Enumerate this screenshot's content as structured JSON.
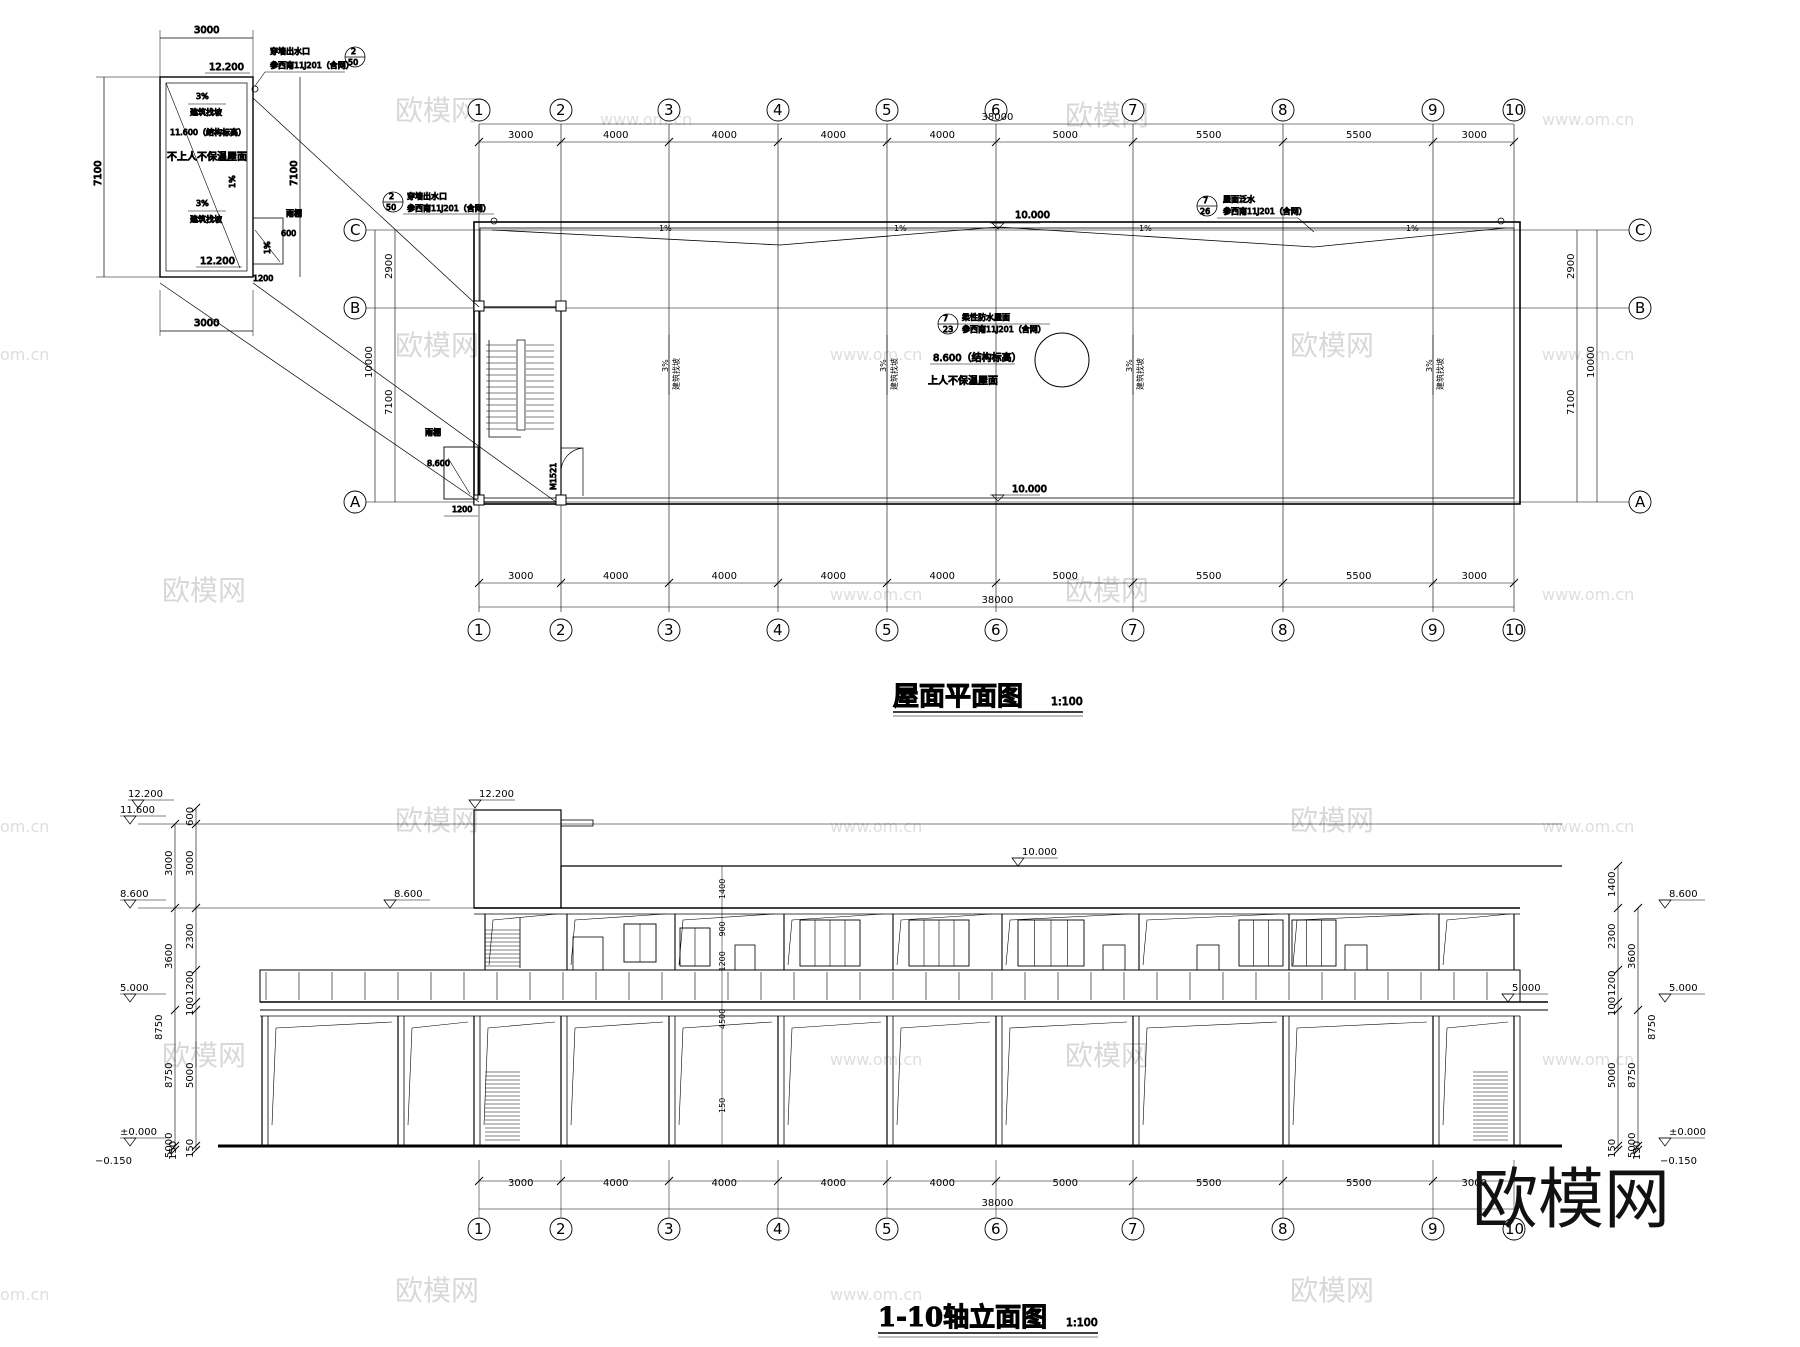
{
  "roof_plan": {
    "title": "屋面平面图",
    "scale": "1:100",
    "axes_x": [
      "1",
      "2",
      "3",
      "4",
      "5",
      "6",
      "7",
      "8",
      "9",
      "10"
    ],
    "spans": [
      "3000",
      "4000",
      "4000",
      "4000",
      "4000",
      "5000",
      "5500",
      "5500",
      "3000"
    ],
    "total": "38000",
    "axes_y": [
      "C",
      "B",
      "A"
    ],
    "spans_y": [
      "2900",
      "7100"
    ],
    "total_y": "10000",
    "level_10": "10.000",
    "level_8600": "8.600",
    "slope_1": "1%",
    "slope_3": "3%",
    "find_slope": "建筑找坡",
    "roof_label": "上人不保温屋面",
    "note_overflow": "穿墙出水口",
    "note_atlas": "参西南11J201（含网）",
    "note_overflow_ref": [
      "2",
      "50"
    ],
    "note_outlet": "屋面泛水",
    "note_outlet_ref": [
      "7",
      "26"
    ],
    "note_waterproof": "柔性防水屋面",
    "note_waterproof_ref": [
      "7",
      "23"
    ],
    "note_struct": "8.600（结构标高）",
    "door": "M1521",
    "rain_shed": "雨棚",
    "small_1200": "1200"
  },
  "stair_roof": {
    "width": "3000",
    "height": "7100",
    "level_top": "12.200",
    "level_struct": "11.600（结构标高）",
    "roof_label": "不上人不保温屋面",
    "slope": "3%",
    "find_slope": "建筑找坡",
    "slope_1": "1%",
    "rain_shed": "雨棚",
    "dim_600": "600",
    "dim_1200": "1200",
    "overflow_note": "穿墙出水口",
    "overflow_ref": [
      "2",
      "50"
    ],
    "atlas_note": "参西南11J201（含网）"
  },
  "elevation": {
    "title": "1-10轴立面图",
    "scale": "1:100",
    "levels_left": [
      "12.200",
      "11.600",
      "8.600",
      "5.000",
      "±0.000",
      "−0.150"
    ],
    "levels_right": [
      "8.600",
      "5.000",
      "±0.000",
      "−0.150"
    ],
    "level_roof": "10.000",
    "level_stair": "12.200",
    "level_mid": "8.600",
    "level_5": "5.000",
    "dims_left_inner": [
      "600",
      "3000",
      "2300",
      "1200",
      "100",
      "5000",
      "150"
    ],
    "dims_left_outer": [
      "3000",
      "3600",
      "8750",
      "5000",
      "150"
    ],
    "dims_right_inner": [
      "1400",
      "2300",
      "1200",
      "100",
      "5000",
      "150"
    ],
    "dims_right_outer": [
      "3600",
      "8750",
      "5000",
      "150"
    ],
    "dims_center": [
      "1400",
      "900",
      "1200",
      "4500",
      "150"
    ]
  },
  "watermarks": {
    "brand": "欧模网",
    "url": "www.om.cn",
    "url_cut": "om.cn",
    "logo": "欧模网"
  }
}
